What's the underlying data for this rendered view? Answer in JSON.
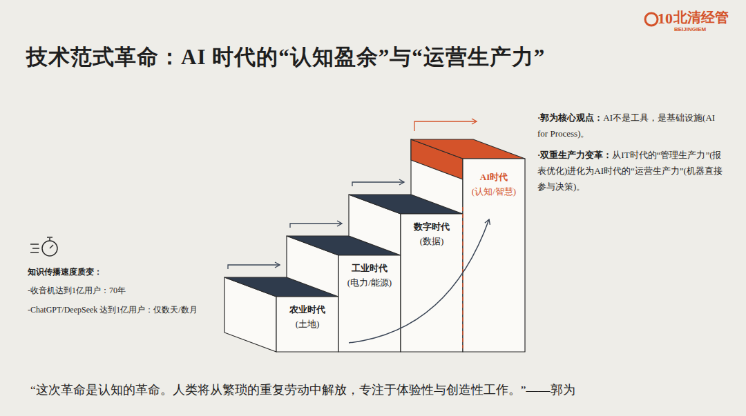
{
  "diagram": {
    "title": "技术范式革命：AI 时代的“认知盈余”与“运营生产力”",
    "caption": "“这次革命是认知的革命。人类将从繁琐的重复劳动中解放，专注于体验性与创造性工作。”——郭为",
    "nodes": [
      {
        "text": [
          "农业时代",
          "(土地)"
        ]
      },
      {
        "text": [
          "工业时代",
          "(电力/能源)"
        ]
      },
      {
        "text": [
          "数字时代",
          "(数据)"
        ]
      },
      {
        "text": [
          "AI时代",
          "(认知/智慧)"
        ]
      }
    ],
    "labels": [
      "10",
      "北清经管",
      "BEIJINGIEM",
      "·郭为核心观点：",
      "AI不是工具，是基础设施(AI for Process)。",
      "·双重生产力变革：",
      "从IT时代的“管理生产力”(报表优化)进化为AI时代的“运营生产力”(机器直接参与决策)。",
      "知识传播速度质变：",
      "-收音机达到1亿用户：70年",
      "-ChatGPT/DeepSeek 达到1亿用户：仅数天/数月"
    ]
  }
}
